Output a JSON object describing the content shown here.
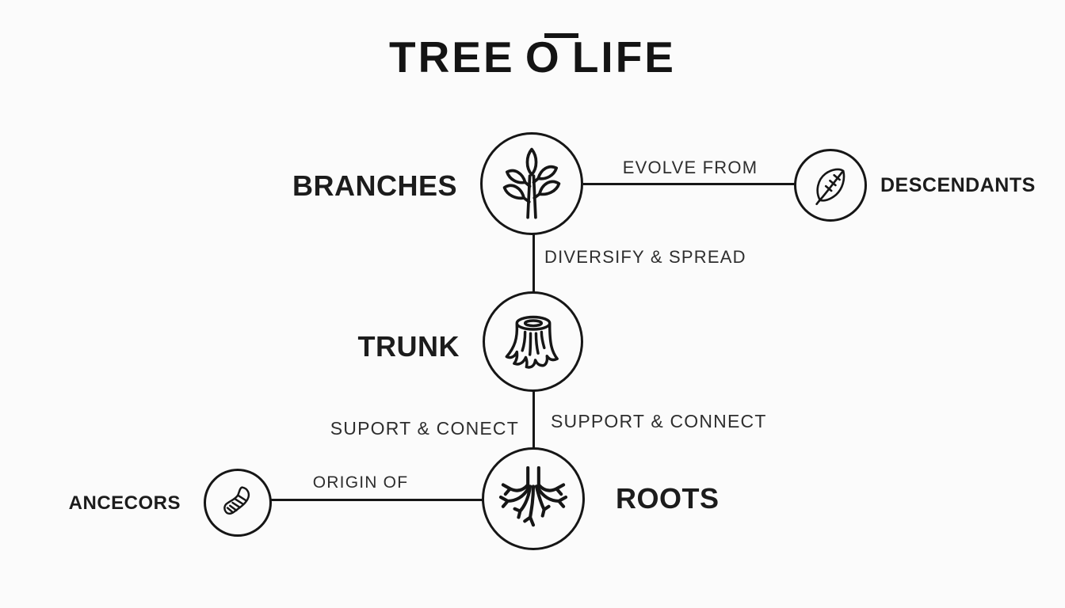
{
  "title": {
    "pre": "TREE",
    "mid": "O",
    "post": "LIFE"
  },
  "colors": {
    "background": "#fbfbfb",
    "ink": "#161616",
    "node_label": "#1c1c1c",
    "edge_label": "#2e2e2e"
  },
  "nodes": {
    "branches": {
      "label": "BRANCHES",
      "icon": "sapling-icon"
    },
    "descendants": {
      "label": "DESCENDANTS",
      "icon": "leaf-icon"
    },
    "trunk": {
      "label": "TRUNK",
      "icon": "stump-icon"
    },
    "roots": {
      "label": "ROOTS",
      "icon": "roots-icon"
    },
    "ancestors": {
      "label": "ANCECORS",
      "icon": "caterpillar-icon"
    }
  },
  "edges": {
    "branches_to_descendants": {
      "label": "EVOLVE FROM"
    },
    "branches_to_trunk": {
      "label": "DIVERSIFY & SPREAD"
    },
    "trunk_to_roots_left": {
      "label": "SUPORT & CONECT"
    },
    "trunk_to_roots_right": {
      "label": "SUPPORT & CONNECT"
    },
    "ancestors_to_roots": {
      "label": "ORIGIN OF"
    }
  }
}
